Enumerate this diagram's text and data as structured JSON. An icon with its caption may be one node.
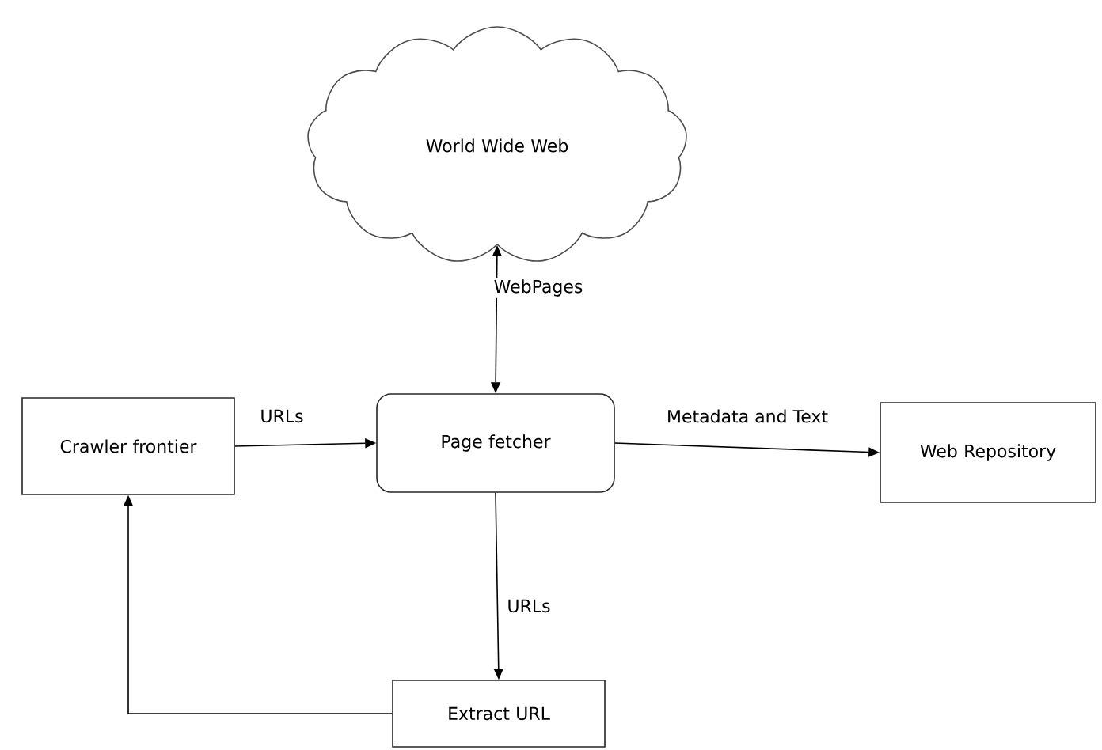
{
  "diagram": {
    "nodes": [
      {
        "text": [
          "World Wide Web"
        ]
      },
      {
        "text": [
          "Crawler frontier"
        ]
      },
      {
        "text": [
          "Page fetcher"
        ]
      },
      {
        "text": [
          "Web Repository"
        ]
      },
      {
        "text": [
          "Extract URL"
        ]
      }
    ],
    "edges": [
      {
        "from": 2,
        "to": 0,
        "arrow": "both",
        "label": "WebPages"
      },
      {
        "from": 1,
        "to": 2,
        "arrow": "to",
        "label": "URLs"
      },
      {
        "from": 2,
        "to": 3,
        "arrow": "to",
        "label": "Metadata and Text"
      },
      {
        "from": 2,
        "to": 4,
        "arrow": "to",
        "label": "URLs"
      },
      {
        "from": 4,
        "to": 1,
        "arrow": "to"
      }
    ]
  }
}
